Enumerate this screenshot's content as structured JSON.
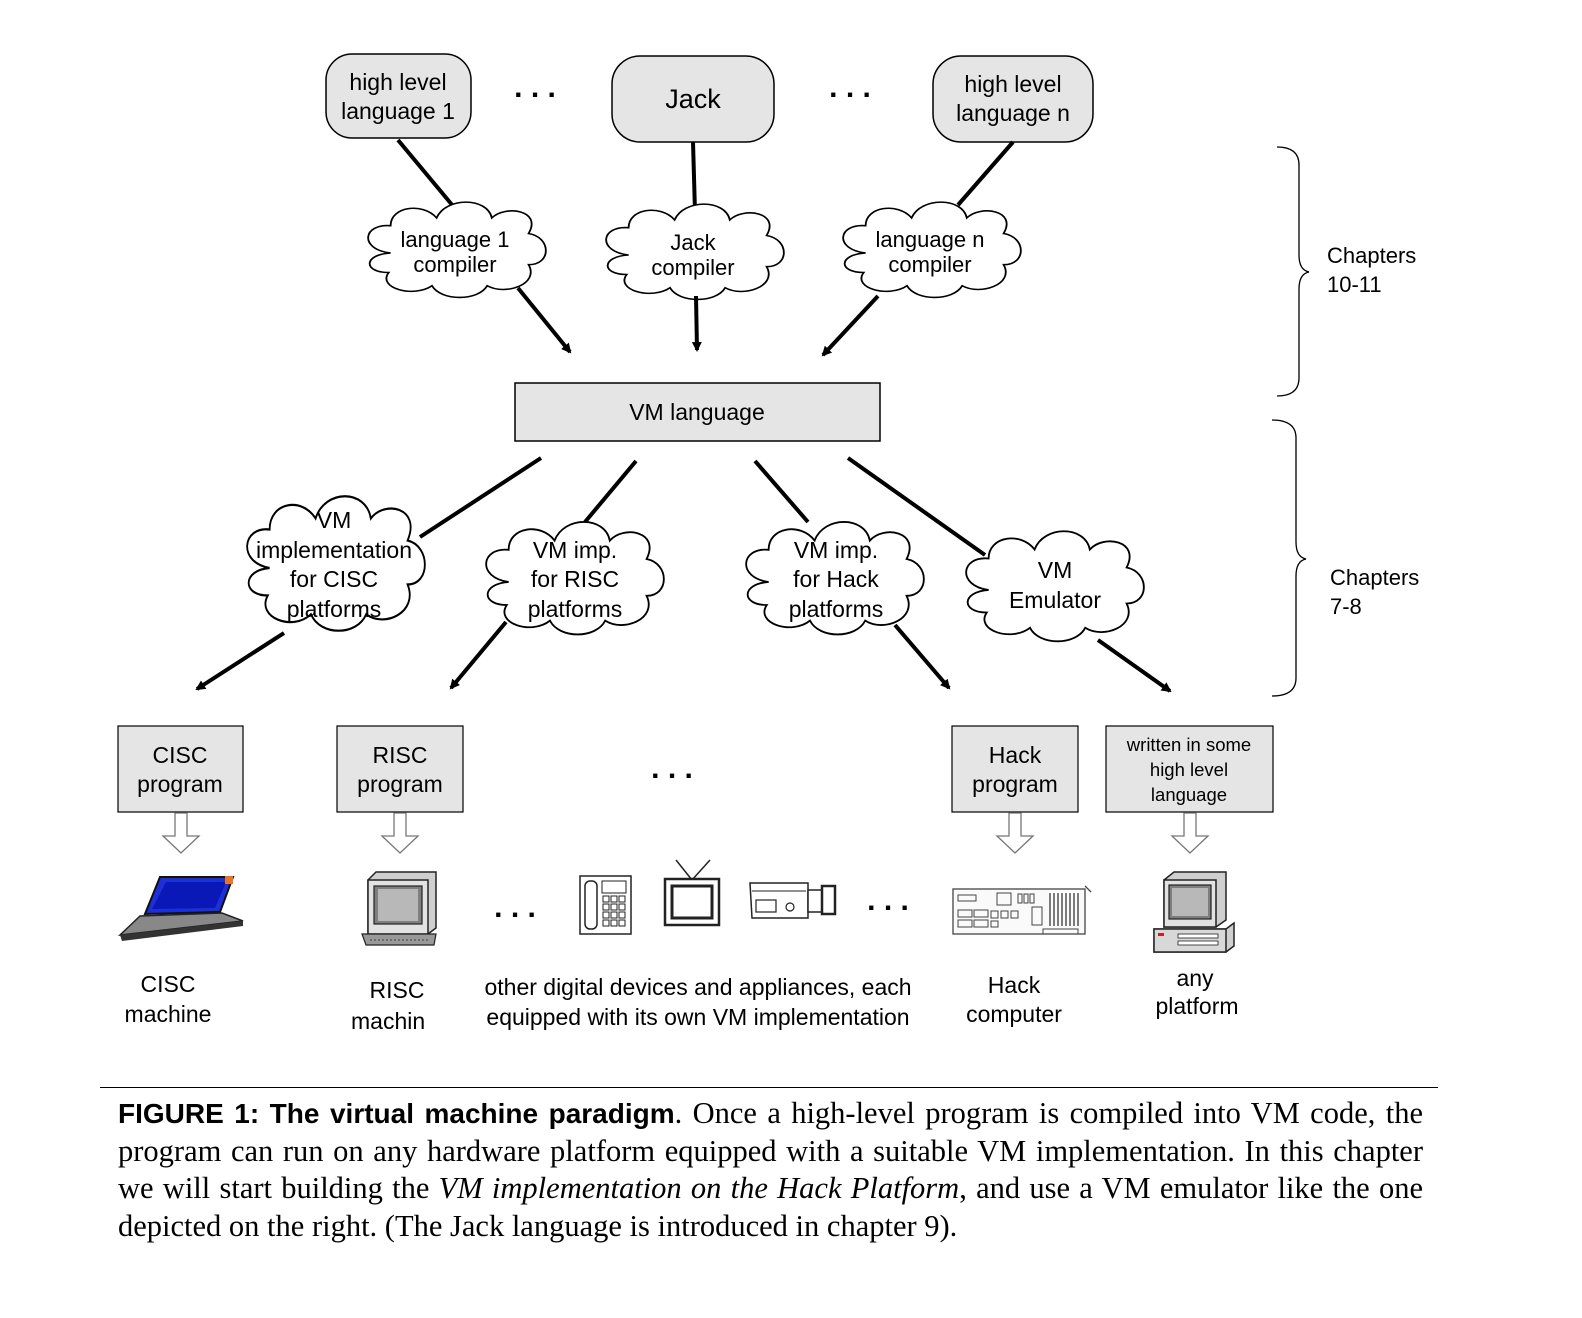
{
  "languages": {
    "lang1": [
      "high level",
      "language 1"
    ],
    "jack": "Jack",
    "langn": [
      "high level",
      "language n"
    ],
    "ellipsis": ". . ."
  },
  "compilers": {
    "c1": [
      "language 1",
      "compiler"
    ],
    "jack": [
      "Jack",
      "compiler"
    ],
    "cn": [
      "language n",
      "compiler"
    ]
  },
  "vm_language": "VM language",
  "vm_impls": {
    "cisc": [
      "VM",
      "implementation",
      "for CISC",
      "platforms"
    ],
    "risc": [
      "VM imp.",
      "for RISC",
      "platforms"
    ],
    "hack": [
      "VM imp.",
      "for Hack",
      "platforms"
    ],
    "emulator": [
      "VM",
      "Emulator"
    ]
  },
  "programs": {
    "cisc": [
      "CISC",
      "program"
    ],
    "risc": [
      "RISC",
      "program"
    ],
    "ellipsis": ". . .",
    "hack": [
      "Hack",
      "program"
    ],
    "highlevel": [
      "written in some",
      "high level",
      "language"
    ]
  },
  "machines": {
    "cisc": [
      "CISC",
      "machine"
    ],
    "risc": [
      "RISC",
      "machin"
    ],
    "other": [
      "other digital devices and appliances, each",
      "equipped with its own VM implementation"
    ],
    "hack": [
      "Hack",
      "computer"
    ],
    "any": [
      "any",
      "platform"
    ],
    "ellipsis": ". . ."
  },
  "braces": {
    "top": [
      "Chapters",
      "10-11"
    ],
    "bottom": [
      "Chapters",
      "7-8"
    ]
  },
  "caption": {
    "label": "FIGURE 1: The virtual machine paradigm",
    "text1": ". Once a high-level program is compiled into VM code, the program can run on any hardware platform equipped with a suitable VM implementation.  In this chapter we will start building the ",
    "emph": "VM implementation on the Hack Platform",
    "text2": ", and use a VM emulator like the one depicted on the right.  (The Jack language is introduced in chapter 9)."
  }
}
